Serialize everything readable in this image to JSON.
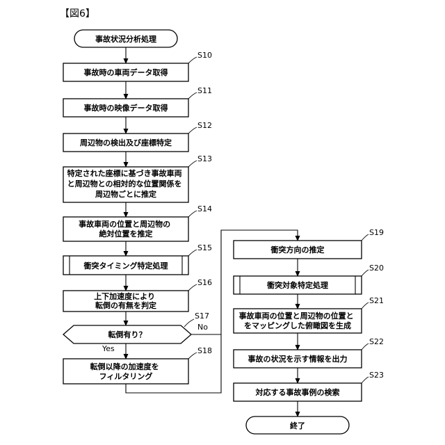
{
  "figure_title": "【図6】",
  "nodes": {
    "start": {
      "text": [
        "事故状況分析処理"
      ]
    },
    "s10": {
      "step": "S10",
      "text": [
        "事故時の車両データ取得"
      ]
    },
    "s11": {
      "step": "S11",
      "text": [
        "事故時の映像データ取得"
      ]
    },
    "s12": {
      "step": "S12",
      "text": [
        "周辺物の検出及び座標特定"
      ]
    },
    "s13": {
      "step": "S13",
      "text": [
        "特定された座標に基づき事故車両",
        "と周辺物との相対的な位置関係を",
        "周辺物ごとに推定"
      ]
    },
    "s14": {
      "step": "S14",
      "text": [
        "事故車両の位置と周辺物の",
        "絶対位置を推定"
      ]
    },
    "s15": {
      "step": "S15",
      "text": [
        "衝突タイミング特定処理"
      ]
    },
    "s16": {
      "step": "S16",
      "text": [
        "上下加速度により",
        "転倒の有無を判定"
      ]
    },
    "s17": {
      "step": "S17",
      "text": [
        "転倒有り？"
      ]
    },
    "s18": {
      "step": "S18",
      "text": [
        "転倒以降の加速度を",
        "フィルタリング"
      ]
    },
    "s19": {
      "step": "S19",
      "text": [
        "衝突方向の推定"
      ]
    },
    "s20": {
      "step": "S20",
      "text": [
        "衝突対象特定処理"
      ]
    },
    "s21": {
      "step": "S21",
      "text": [
        "事故車両の位置と周辺物の位置と",
        "をマッピングした俯瞰図を生成"
      ]
    },
    "s22": {
      "step": "S22",
      "text": [
        "事故の状況を示す情報を出力"
      ]
    },
    "s23": {
      "step": "S23",
      "text": [
        "対応する事故事例の検索"
      ]
    },
    "end": {
      "text": [
        "終了"
      ]
    }
  },
  "edges": {
    "yes_label": "Yes",
    "no_label": "No"
  }
}
